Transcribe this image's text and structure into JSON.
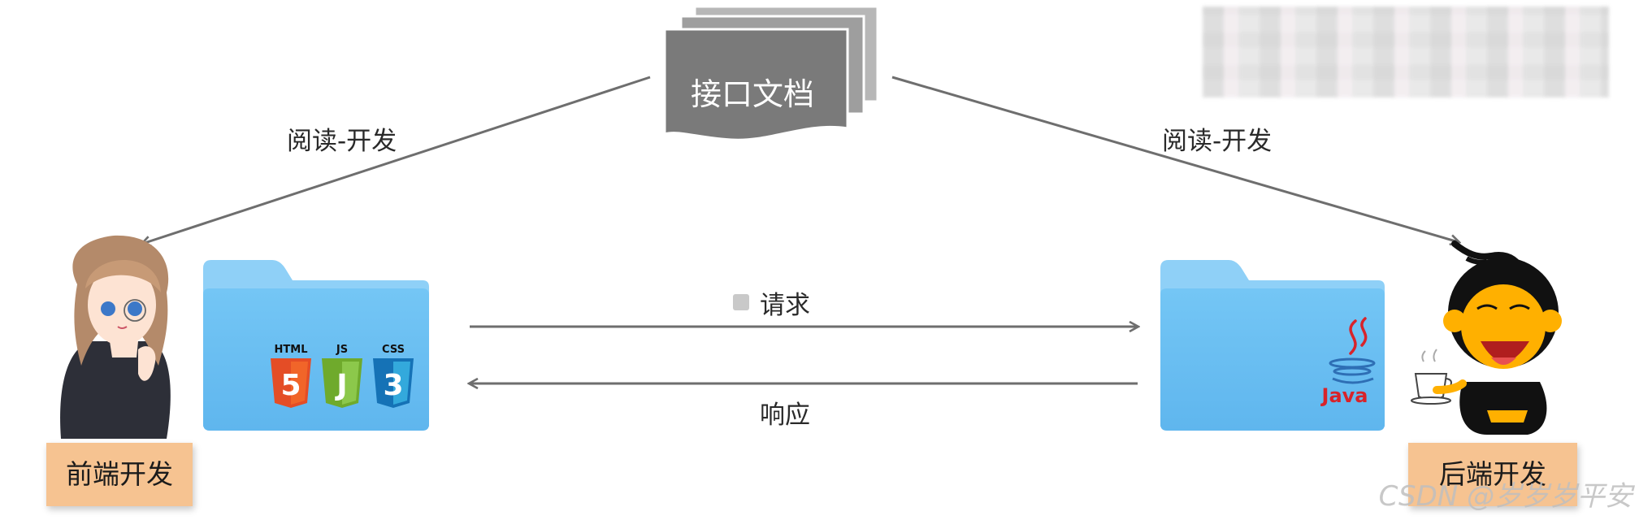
{
  "diagram": {
    "doc_title": "接口文档",
    "left_edge_label": "阅读-开发",
    "right_edge_label": "阅读-开发",
    "request_label": "请求",
    "response_label": "响应",
    "frontend_label": "前端开发",
    "backend_label": "后端开发",
    "frontend_tech": [
      "HTML",
      "JS",
      "CSS"
    ],
    "frontend_tech_digits": [
      "5",
      "J",
      "3"
    ],
    "backend_tech": "Java"
  },
  "watermark": "CSDN @岁岁岁平安",
  "colors": {
    "arrow": "#6e6e6e",
    "doc_fill": "#7a7a7a",
    "folder_back": "#8fd0f7",
    "folder_front": "#66bdf1",
    "tag_fill": "#f6c391",
    "html5": "#e44d26",
    "js": "#8cc84b",
    "css3": "#2a8ad3",
    "java": "#d8232a"
  }
}
